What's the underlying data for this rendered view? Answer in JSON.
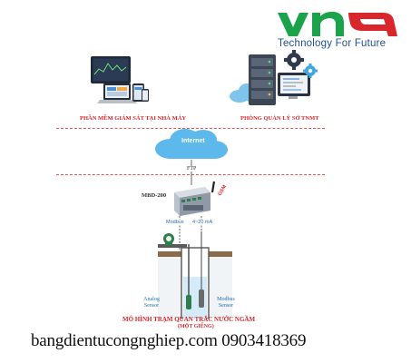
{
  "logo": {
    "brand": "vna",
    "tagline": "Technology For Future",
    "colors": {
      "green": "#1aa34a",
      "red": "#d8262a",
      "blue": "#1f4f9a"
    }
  },
  "top_left_caption": "PHẦN MỀM GIÁM SÁT TẠI NHÀ MÁY",
  "top_right_caption": "PHÒNG QUẢN LÝ SỞ TNMT",
  "cloud_label": "Internet",
  "ftp_label": "FTP",
  "device_label": "MBD-200",
  "gsm_label": "GSM",
  "modbus_label": "Modbus",
  "analog_ma_label": "4~20 mA",
  "analog_sensor_label": "Analog Sensor",
  "modbus_sensor_label": "Modbus Sensor",
  "bottom_title": "MÔ HÌNH TRẠM QUAN TRẮC NƯỚC NGẦM",
  "bottom_subtitle": "(MỘT GIẾNG)",
  "footer_text": "bangdientucongnghiep.com 0903418369",
  "icons": [
    "monitor-icon",
    "laptop-icon",
    "tablet-icon",
    "phone-icon",
    "server-icon",
    "gear-icon",
    "cloud-icon",
    "rtu-device-icon",
    "antenna-icon",
    "flow-meter-icon",
    "well-icon",
    "sensor-probe-icon"
  ]
}
